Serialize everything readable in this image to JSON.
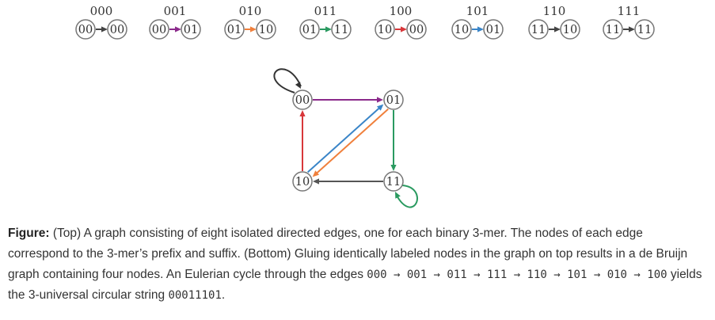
{
  "colors": {
    "arrow_gray": "#555555",
    "arrow_purple": "#8b2a8b",
    "arrow_orange": "#f0803c",
    "arrow_blue": "#3a85c8",
    "arrow_red": "#d8373a",
    "arrow_green": "#2a9a60",
    "node_stroke": "#777777"
  },
  "top_edges": [
    {
      "kmer": "000",
      "from": "00",
      "to": "00",
      "color": "#444444"
    },
    {
      "kmer": "001",
      "from": "00",
      "to": "01",
      "color": "#8b2a8b"
    },
    {
      "kmer": "010",
      "from": "01",
      "to": "10",
      "color": "#f0803c"
    },
    {
      "kmer": "011",
      "from": "01",
      "to": "11",
      "color": "#2a9a60"
    },
    {
      "kmer": "100",
      "from": "10",
      "to": "00",
      "color": "#d8373a"
    },
    {
      "kmer": "101",
      "from": "10",
      "to": "01",
      "color": "#3a85c8"
    },
    {
      "kmer": "110",
      "from": "11",
      "to": "10",
      "color": "#444444"
    },
    {
      "kmer": "111",
      "from": "11",
      "to": "11",
      "color": "#444444"
    }
  ],
  "graph_nodes": [
    {
      "id": "00",
      "label": "00"
    },
    {
      "id": "01",
      "label": "01"
    },
    {
      "id": "10",
      "label": "10"
    },
    {
      "id": "11",
      "label": "11"
    }
  ],
  "graph_edges": [
    {
      "from": "00",
      "to": "00",
      "color": "#333333",
      "kind": "loop"
    },
    {
      "from": "00",
      "to": "01",
      "color": "#8b2a8b",
      "kind": "straight"
    },
    {
      "from": "01",
      "to": "10",
      "color": "#f0803c",
      "kind": "straight"
    },
    {
      "from": "10",
      "to": "01",
      "color": "#3a85c8",
      "kind": "straight"
    },
    {
      "from": "10",
      "to": "00",
      "color": "#d8373a",
      "kind": "straight"
    },
    {
      "from": "01",
      "to": "11",
      "color": "#2a9a60",
      "kind": "straight"
    },
    {
      "from": "11",
      "to": "10",
      "color": "#555555",
      "kind": "straight"
    },
    {
      "from": "11",
      "to": "11",
      "color": "#2a9a60",
      "kind": "loop"
    }
  ],
  "caption": {
    "label": "Figure:",
    "text1": " (Top) A graph consisting of eight isolated directed edges, one for each binary 3-mer. The nodes of each edge correspond to the 3-mer’s prefix and suffix. (Bottom) Gluing identically labeled nodes in the graph on top results in a de Bruijn graph containing four nodes. An Eulerian cycle through the edges ",
    "cycle": "000 → 001 → 011 → 111 → 110 → 101 → 010 → 100",
    "text2": " yields the 3-universal circular string ",
    "string": "00011101",
    "text3": "."
  }
}
